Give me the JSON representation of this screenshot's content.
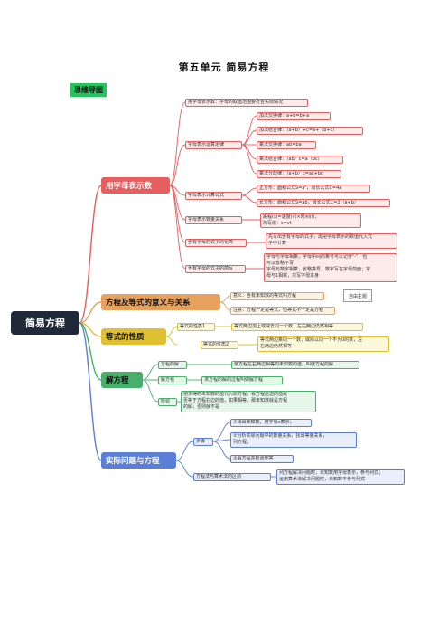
{
  "title": "第五单元  简易方程",
  "tag": "思维导图",
  "root": "简易方程",
  "float_topic": "自由主题",
  "colors": {
    "red": "#e85d5d",
    "orange": "#e8a25d",
    "yellow": "#e0c030",
    "green": "#49b06c",
    "blue": "#5b7fd6"
  },
  "branches": [
    {
      "label": "用字母表示数",
      "color": "red"
    },
    {
      "label": "方程及等式的意义与关系",
      "color": "orange"
    },
    {
      "label": "等式的性质",
      "color": "yellow"
    },
    {
      "label": "解方程",
      "color": "green"
    },
    {
      "label": "实际问题与方程",
      "color": "blue"
    }
  ],
  "nodes": {
    "r1": "用字母表示数：字母的取值范围要符合实际情况",
    "r2": "字母表示运算定律",
    "r2a": "加法交换律：a+b=b+a",
    "r2b": "加法结合律：（a+b）+c=a+（b+c）",
    "r2c": "乘法交换律：ab=ba",
    "r2d": "乘法结合律：（ab）c=a（bc）",
    "r2e": "乘法分配律：（a+b）c=ac+bc",
    "r3": "字母表示计算公式",
    "r3a": "正方形：面积公式S=a²，周长公式C=4a",
    "r3b": "长方形：面积公式S=ab，周长公式C=2（a+b）",
    "r4": "字母表示数量关系",
    "r4a": "路程(s)=速度(v)×时间(t)，\n简写成：s=vt",
    "r5": "含有字母的式子的化简",
    "r5a": "先写出含有字母的式子，再把字母表示的数值代入式\n子中计算",
    "r6": "含有字母的式子的简写",
    "r6a": "字母与字母相乘，字母中间的乘号可以记作\"·\"，也\n可以省略不写\n字母与数字相乘，省略乘号，数字写在字母前面；字\n母与1相乘，只写字母本身",
    "o1": "意义：含有未知数的等式叫方程",
    "o2": "注意：方程一定是等式，但等式不一定是方程",
    "y1": "等式的性质1",
    "y1a": "等式两边加上或减去同一个数，左右两边仍然相等",
    "y2": "等式的性质2",
    "y2a": "等式两边乘同一个数，或除以同一个不为0的数，左\n右两边仍然相等",
    "g1": "方程的解",
    "g1a": "使方程左右两边相等的未知数的值，叫做方程的解",
    "g2": "解方程",
    "g2a": "求方程的解的过程叫做解方程",
    "g3": "检验",
    "g3a": "把求得的未知数的值代入原方程，看方程左边的值是\n否等于方程右边的值，如果相等，那未知数就是方程\n的解；否则就不是",
    "b1": "步骤",
    "b1a": "①找出未知数，用字母x表示；",
    "b1b": "②分析实际问题中的数量关系，找出等量关系，\n列方程；",
    "b1c": "③解方程并检验作答",
    "b2": "方程法与算术法的区别",
    "b2a": "列方程解决问题时，未知数用字母表示，参与列式；\n运用算术法解决问题时，未知数不参与列式"
  }
}
